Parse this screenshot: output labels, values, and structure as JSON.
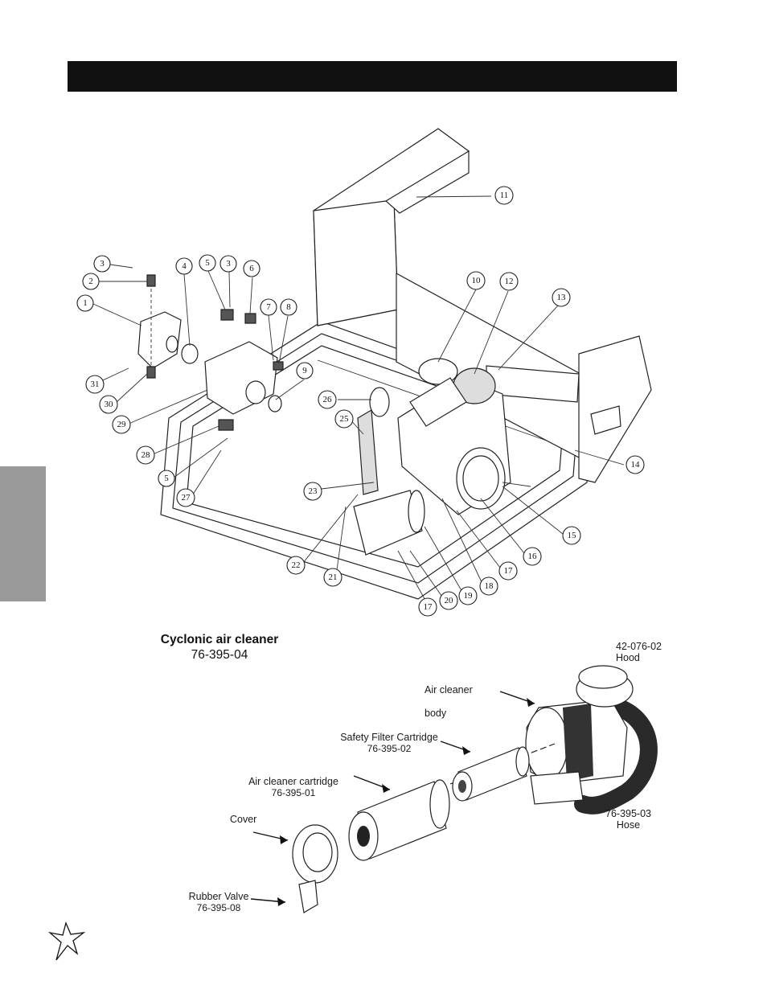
{
  "callouts": [
    {
      "n": "1"
    },
    {
      "n": "2"
    },
    {
      "n": "3"
    },
    {
      "n": "3"
    },
    {
      "n": "4"
    },
    {
      "n": "5"
    },
    {
      "n": "5"
    },
    {
      "n": "6"
    },
    {
      "n": "7"
    },
    {
      "n": "8"
    },
    {
      "n": "9"
    },
    {
      "n": "10"
    },
    {
      "n": "11"
    },
    {
      "n": "12"
    },
    {
      "n": "13"
    },
    {
      "n": "14"
    },
    {
      "n": "15"
    },
    {
      "n": "16"
    },
    {
      "n": "17"
    },
    {
      "n": "17"
    },
    {
      "n": "18"
    },
    {
      "n": "19"
    },
    {
      "n": "20"
    },
    {
      "n": "21"
    },
    {
      "n": "22"
    },
    {
      "n": "23"
    },
    {
      "n": "25"
    },
    {
      "n": "26"
    },
    {
      "n": "27"
    },
    {
      "n": "28"
    },
    {
      "n": "29"
    },
    {
      "n": "30"
    },
    {
      "n": "31"
    }
  ],
  "air_cleaner": {
    "title": "Cyclonic air cleaner",
    "part_number": "76-395-04",
    "labels": {
      "hood_pn": "42-076-02",
      "hood": "Hood",
      "body_1": "Air cleaner",
      "body_2": "body",
      "safety_filter": "Safety Filter Cartridge",
      "safety_filter_pn": "76-395-02",
      "cartridge": "Air cleaner cartridge",
      "cartridge_pn": "76-395-01",
      "hose_pn": "76-395-03",
      "hose": "Hose",
      "cover": "Cover",
      "rubber_valve": "Rubber Valve",
      "rubber_valve_pn": "76-395-08"
    }
  },
  "colors": {
    "header_bar": "#111111",
    "side_tab": "#9a9a9a"
  }
}
